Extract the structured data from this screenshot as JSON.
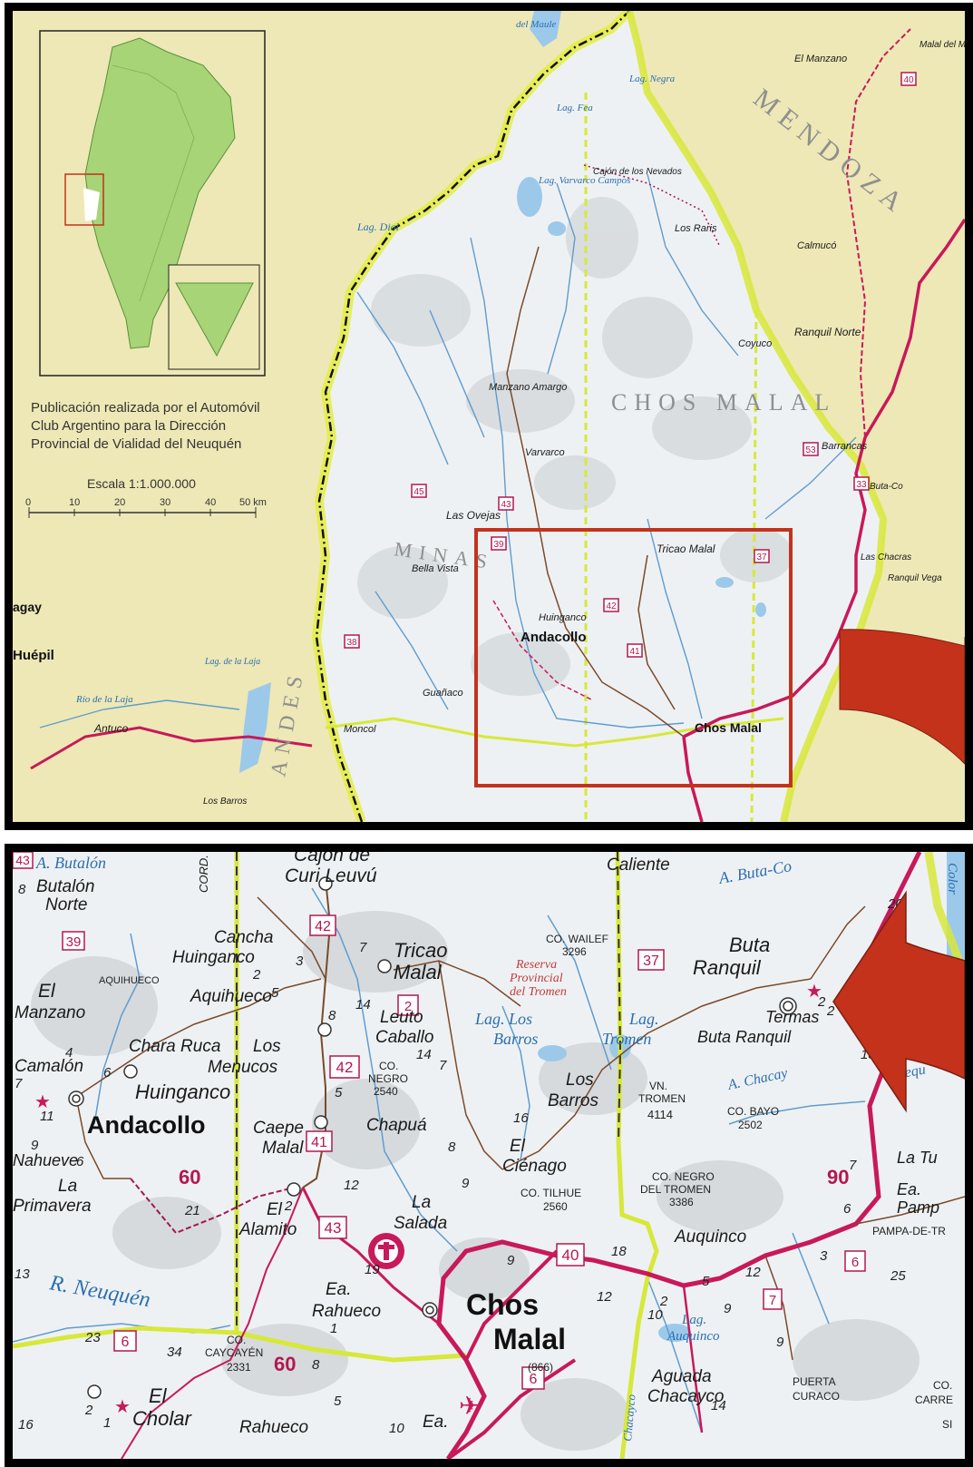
{
  "top_map": {
    "publication": [
      "Publicación realizada por el Automóvil",
      "Club Argentino para la Dirección",
      "Provincial de Vialidad del Neuquén"
    ],
    "scale_label": "Escala 1:1.000.000",
    "scale_ticks": [
      "0",
      "10",
      "20",
      "30",
      "40",
      "50 km"
    ],
    "departments": [
      "MENDOZA",
      "CHOS MALAL",
      "MINAS",
      "ANDES"
    ],
    "places": {
      "el_manzano": "El Manzano",
      "malal_del_me": "Malal del Me",
      "calmuco": "Calmucó",
      "ranquil_norte": "Ranquil Norte",
      "barrancas": "Barrancas",
      "buta_co": "Buta-Co",
      "las_chacras": "Las Chacras",
      "ranquil_vega": "Ranquil Vega",
      "huepil": "Huépil",
      "agay": "agay",
      "antuco": "Antuco",
      "los_barros": "Los Barros",
      "varvarco": "Varvarco",
      "las_ovejas": "Las Ovejas",
      "bella_vista": "Bella Vista",
      "andacollo": "Andacollo",
      "huinganco": "Huinganco",
      "manzano_amargo": "Manzano Amargo",
      "tricao_malal": "Tricao Malal",
      "chos_malal": "Chos Malal",
      "guanaco": "Guañaco",
      "moncol": "Moncol",
      "cajon_de_los_nevados": "Cajón de los Nevados",
      "los_raris": "Los Raris",
      "coyuco": "Coyuco",
      "lag_varvarco_campos": "Lag. Varvarco Campos",
      "lag_dial": "Lag. Dial",
      "lag_fea": "Lag. Fea",
      "lag_negra": "Lag. Negra",
      "del_maule": "del Maule",
      "rio_de_la_laja": "Río de la Laja",
      "lag_de_la_laja": "Lag. de la Laja"
    },
    "route_shields": [
      "40",
      "53",
      "33",
      "45",
      "43",
      "38",
      "39",
      "42",
      "37",
      "41"
    ]
  },
  "bottom_map": {
    "places": {
      "butalon": "A. Butalón",
      "butalon_norte_1": "Butalón",
      "butalon_norte_2": "Norte",
      "cajon_de_1": "Cajón de",
      "cajon_de_2": "Curi Leuvú",
      "agua_caliente": "Caliente",
      "buta_co_river": "A. Buta-Co",
      "colorado": "Color",
      "cancha_huinganco_1": "Cancha",
      "cancha_huinganco_2": "Huinganco",
      "tricao_malal_1": "Tricao",
      "tricao_malal_2": "Malal",
      "buta_ranquil_1": "Buta",
      "buta_ranquil_2": "Ranquil",
      "aquihueco_peak": "AQUIHUECO",
      "aquihueco": "Aquihueco",
      "el_manzano_1": "El",
      "el_manzano_2": "Manzano",
      "chara_ruca": "Chara Ruca",
      "los_menucos_1": "Los",
      "los_menucos_2": "Menucos",
      "leuto_caballo_1": "Leuto",
      "leuto_caballo_2": "Caballo",
      "lag_los_barros_1": "Lag. Los",
      "lag_los_barros_2": "Barros",
      "lag_tromen_1": "Lag.",
      "lag_tromen_2": "Tromen",
      "termas_1": "Termas",
      "termas_2": "Buta Ranquil",
      "a_chacay": "A. Chacay",
      "pequen": "Pequ",
      "camalon": "Camalón",
      "huinganco": "Huinganco",
      "andacollo": "Andacollo",
      "los_barros_1": "Los",
      "los_barros_2": "Barros",
      "caepe_malal_1": "Caepe",
      "caepe_malal_2": "Malal",
      "chapua": "Chapuá",
      "la_tu": "La Tu",
      "nahueve": "Nahueve",
      "la_primavera_1": "La",
      "la_primavera_2": "Primavera",
      "el_cienago_1": "El",
      "el_cienago_2": "Ciénago",
      "ea_pampa_1": "Ea.",
      "ea_pampa_2": "Pamp",
      "pampa_de_tr": "PAMPA-DE-TR",
      "el_alamito_1": "El",
      "el_alamito_2": "Alamito",
      "la_salada_1": "La",
      "la_salada_2": "Salada",
      "auquinco": "Auquinco",
      "r_neuquen": "R. Neuquén",
      "ea_rahueco_1": "Ea.",
      "ea_rahueco_2": "Rahueco",
      "chos_malal_1": "Chos",
      "chos_malal_2": "Malal",
      "chos_malal_alt": "(866)",
      "lag_auquinco_1": "Lag.",
      "lag_auquinco_2": "Auquinco",
      "aguada_chacayco_1": "Aguada",
      "aguada_chacayco_2": "Chacayco",
      "el_cholar_1": "El",
      "el_cholar_2": "Cholar",
      "rahueco": "Rahueco",
      "ea": "Ea.",
      "puerta_curaco_1": "PUERTA",
      "puerta_curaco_2": "CURACO",
      "co_carre_1": "CO.",
      "co_carre_2": "CARRE",
      "si": "SI",
      "cord": "CORD. D",
      "chacayco_stream": "Chacayco"
    },
    "peaks": {
      "wailef_1": "CO. WAILEF",
      "wailef_2": "3296",
      "negro_1": "CO.",
      "negro_2": "NEGRO",
      "negro_3": "2540",
      "tromen_1": "VN.",
      "tromen_2": "TROMEN",
      "tromen_3": "4114",
      "bayo_1": "CO. BAYO",
      "bayo_2": "2502",
      "tilhue_1": "CO. TILHUE",
      "tilhue_2": "2560",
      "negro_tromen_1": "CO. NEGRO",
      "negro_tromen_2": "DEL TROMEN",
      "negro_tromen_3": "3386",
      "caycayen_1": "CO.",
      "caycayen_2": "CAYCAYÉN",
      "caycayen_3": "2331"
    },
    "reserve": [
      "Reserva",
      "Provincial",
      "del Tromen"
    ],
    "route_shields": [
      "43",
      "39",
      "42",
      "37",
      "2",
      "42",
      "41",
      "43",
      "40",
      "7",
      "6",
      "6",
      "6"
    ],
    "route_numbers": [
      "60",
      "90",
      "60"
    ],
    "distances": [
      "8",
      "2",
      "3",
      "7",
      "5",
      "8",
      "14",
      "14",
      "7",
      "20",
      "2",
      "2",
      "18",
      "16",
      "5",
      "8",
      "9",
      "21",
      "12",
      "2",
      "19",
      "9",
      "18",
      "12",
      "10",
      "2",
      "5",
      "9",
      "12",
      "3",
      "25",
      "7",
      "6",
      "34",
      "8",
      "1",
      "5",
      "10",
      "23",
      "13",
      "16",
      "1",
      "2",
      "11",
      "9",
      "6",
      "7",
      "4",
      "6",
      "14",
      "9"
    ]
  },
  "colors": {
    "land_argentina": "#e9edf0",
    "land_outside": "#eee8b6",
    "province_border": "#e3ee3c",
    "national_road": "#c8195a",
    "lake": "#9cc9ea",
    "highlight_box": "#c4321c",
    "arrow": "#c4321c",
    "inset_land": "#a6d477"
  }
}
